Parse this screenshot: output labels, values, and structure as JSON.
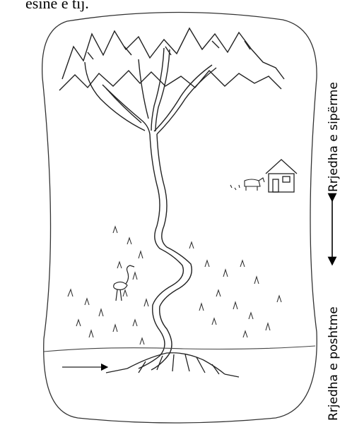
{
  "top_text": "esine e tij.",
  "labels": {
    "upstream": "Rrjedha e sipërme",
    "downstream": "Rrjedha e poshtme"
  },
  "icons": [
    "mountains",
    "river",
    "tree-roots",
    "house",
    "cow",
    "bird",
    "grass",
    "arrow",
    "double-arrow"
  ]
}
